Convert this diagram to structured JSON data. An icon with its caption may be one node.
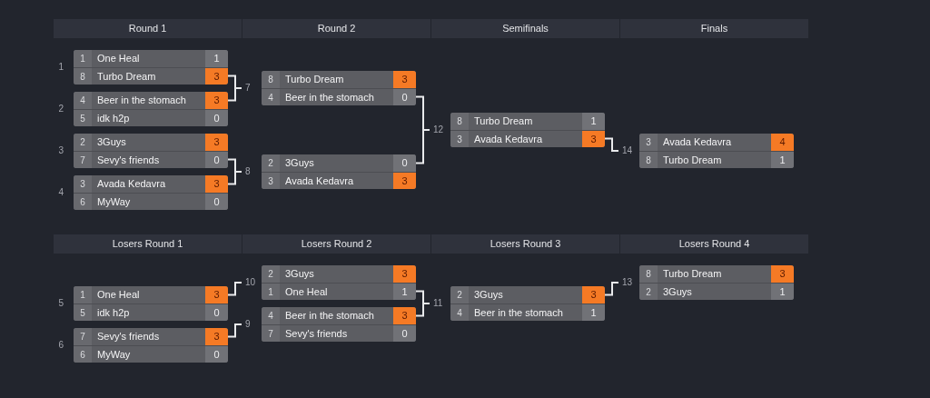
{
  "diagram": {
    "nodes": [
      {
        "text": [
          "Round 1"
        ]
      },
      {
        "text": [
          "Round 2"
        ]
      },
      {
        "text": [
          "Semifinals"
        ]
      },
      {
        "text": [
          "Finals"
        ]
      },
      {
        "text": [],
        "shape": "box",
        "beside": [
          "1"
        ]
      },
      {
        "text": [
          "1",
          "One Heal",
          "1"
        ],
        "in": 4
      },
      {
        "text": [
          "8",
          "Turbo Dream",
          "3"
        ],
        "in": 4
      },
      {
        "text": [],
        "shape": "box",
        "beside": [
          "2"
        ]
      },
      {
        "text": [
          "4",
          "Beer in the stomach",
          "3"
        ],
        "in": 7
      },
      {
        "text": [
          "5",
          "idk h2p",
          "0"
        ],
        "in": 7
      },
      {
        "text": [],
        "shape": "box",
        "beside": [
          "3"
        ]
      },
      {
        "text": [
          "2",
          "3Guys",
          "3"
        ],
        "in": 10
      },
      {
        "text": [
          "7",
          "Sevy's friends",
          "0"
        ],
        "in": 10
      },
      {
        "text": [],
        "shape": "box",
        "beside": [
          "4"
        ]
      },
      {
        "text": [
          "3",
          "Avada Kedavra",
          "3"
        ],
        "in": 13
      },
      {
        "text": [
          "6",
          "MyWay",
          "0"
        ],
        "in": 13
      },
      {
        "text": [
          "7"
        ]
      },
      {
        "text": [
          "8"
        ]
      },
      {
        "text": [],
        "shape": "box"
      },
      {
        "text": [
          "8",
          "Turbo Dream",
          "3"
        ],
        "in": 18
      },
      {
        "text": [
          "4",
          "Beer in the stomach",
          "0"
        ],
        "in": 18
      },
      {
        "text": [],
        "shape": "box"
      },
      {
        "text": [
          "2",
          "3Guys",
          "0"
        ],
        "in": 21
      },
      {
        "text": [
          "3",
          "Avada Kedavra",
          "3"
        ],
        "in": 21
      },
      {
        "text": [
          "12"
        ]
      },
      {
        "text": [],
        "shape": "box"
      },
      {
        "text": [
          "8",
          "Turbo Dream",
          "1"
        ],
        "in": 25
      },
      {
        "text": [
          "3",
          "Avada Kedavra",
          "3"
        ],
        "in": 25
      },
      {
        "text": [
          "14"
        ]
      },
      {
        "text": [],
        "shape": "box"
      },
      {
        "text": [
          "3",
          "Avada Kedavra",
          "4"
        ],
        "in": 29
      },
      {
        "text": [
          "8",
          "Turbo Dream",
          "1"
        ],
        "in": 29
      },
      {
        "text": [
          "Losers Round 1"
        ]
      },
      {
        "text": [
          "Losers Round 2"
        ]
      },
      {
        "text": [
          "Losers Round 3"
        ]
      },
      {
        "text": [
          "Losers Round 4"
        ]
      },
      {
        "text": [],
        "shape": "box",
        "beside": [
          "5"
        ]
      },
      {
        "text": [
          "1",
          "One Heal",
          "3"
        ],
        "in": 36
      },
      {
        "text": [
          "5",
          "idk h2p",
          "0"
        ],
        "in": 36
      },
      {
        "text": [],
        "shape": "box",
        "beside": [
          "6"
        ]
      },
      {
        "text": [
          "7",
          "Sevy's friends",
          "3"
        ],
        "in": 39
      },
      {
        "text": [
          "6",
          "MyWay",
          "0"
        ],
        "in": 39
      },
      {
        "text": [
          "10"
        ]
      },
      {
        "text": [
          "9"
        ]
      },
      {
        "text": [],
        "shape": "box"
      },
      {
        "text": [
          "2",
          "3Guys",
          "3"
        ],
        "in": 44
      },
      {
        "text": [
          "1",
          "One Heal",
          "1"
        ],
        "in": 44
      },
      {
        "text": [],
        "shape": "box"
      },
      {
        "text": [
          "4",
          "Beer in the stomach",
          "3"
        ],
        "in": 47
      },
      {
        "text": [
          "7",
          "Sevy's friends",
          "0"
        ],
        "in": 47
      },
      {
        "text": [
          "11"
        ]
      },
      {
        "text": [],
        "shape": "box"
      },
      {
        "text": [
          "2",
          "3Guys",
          "3"
        ],
        "in": 51
      },
      {
        "text": [
          "4",
          "Beer in the stomach",
          "1"
        ],
        "in": 51
      },
      {
        "text": [
          "13"
        ]
      },
      {
        "text": [],
        "shape": "box"
      },
      {
        "text": [
          "8",
          "Turbo Dream",
          "3"
        ],
        "in": 55
      },
      {
        "text": [
          "2",
          "3Guys",
          "1"
        ],
        "in": 55
      }
    ],
    "edges": [
      {
        "from": 6,
        "to": 16,
        "arrow": "none"
      },
      {
        "from": 8,
        "to": 16,
        "arrow": "none"
      },
      {
        "from": 12,
        "to": 17,
        "arrow": "none"
      },
      {
        "from": 14,
        "to": 17,
        "arrow": "none"
      },
      {
        "from": 20,
        "to": 24,
        "arrow": "none"
      },
      {
        "from": 22,
        "to": 24,
        "arrow": "none"
      },
      {
        "from": 27,
        "to": 28,
        "arrow": "none"
      },
      {
        "from": 37,
        "to": 42,
        "arrow": "none"
      },
      {
        "from": 40,
        "to": 43,
        "arrow": "none"
      },
      {
        "from": 46,
        "to": 50,
        "arrow": "none"
      },
      {
        "from": 48,
        "to": 50,
        "arrow": "none"
      },
      {
        "from": 52,
        "to": 54,
        "arrow": "none"
      }
    ]
  }
}
